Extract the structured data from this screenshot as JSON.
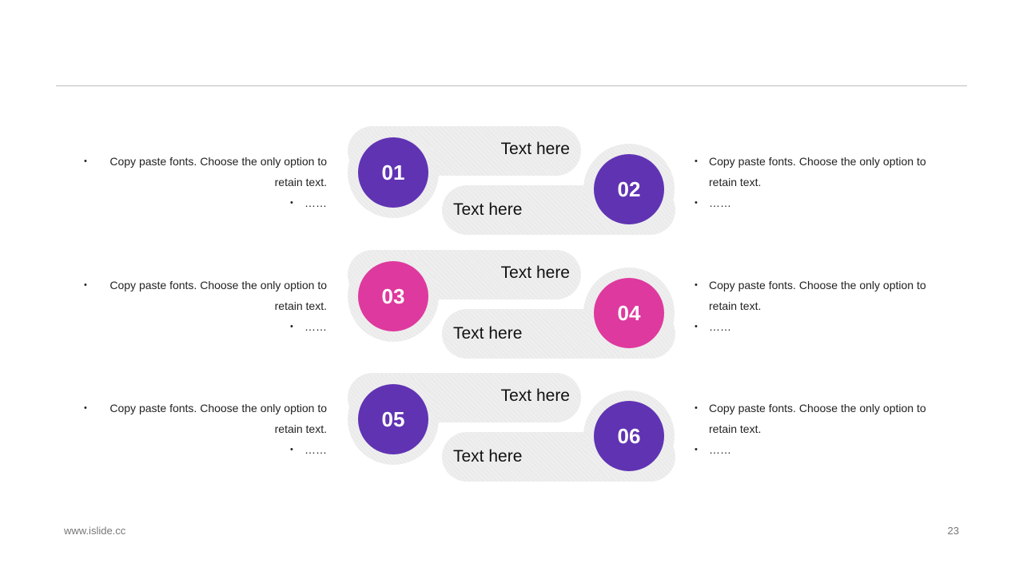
{
  "colors": {
    "purple": "#6033b3",
    "magenta": "#de399e",
    "pill_gray": "#efefef",
    "rule_gray": "#bdbdbd"
  },
  "rows": [
    {
      "left_number": "01",
      "left_color": "#6033b3",
      "right_number": "02",
      "right_color": "#6033b3",
      "top_label": "Text here",
      "bottom_label": "Text here",
      "left_desc": {
        "item1": "Copy paste fonts. Choose the only option to retain text.",
        "item2": "……"
      },
      "right_desc": {
        "item1": "Copy paste fonts. Choose the only option to retain text.",
        "item2": "……"
      }
    },
    {
      "left_number": "03",
      "left_color": "#de399e",
      "right_number": "04",
      "right_color": "#de399e",
      "top_label": "Text here",
      "bottom_label": "Text here",
      "left_desc": {
        "item1": "Copy paste fonts. Choose the only option to retain text.",
        "item2": "……"
      },
      "right_desc": {
        "item1": "Copy paste fonts. Choose the only option to retain text.",
        "item2": "……"
      }
    },
    {
      "left_number": "05",
      "left_color": "#6033b3",
      "right_number": "06",
      "right_color": "#6033b3",
      "top_label": "Text here",
      "bottom_label": "Text here",
      "left_desc": {
        "item1": "Copy paste fonts. Choose the only option to retain text.",
        "item2": "……"
      },
      "right_desc": {
        "item1": "Copy paste fonts. Choose the only option to retain text.",
        "item2": "……"
      }
    }
  ],
  "footer": {
    "site": "www.islide.cc",
    "page_number": "23"
  }
}
